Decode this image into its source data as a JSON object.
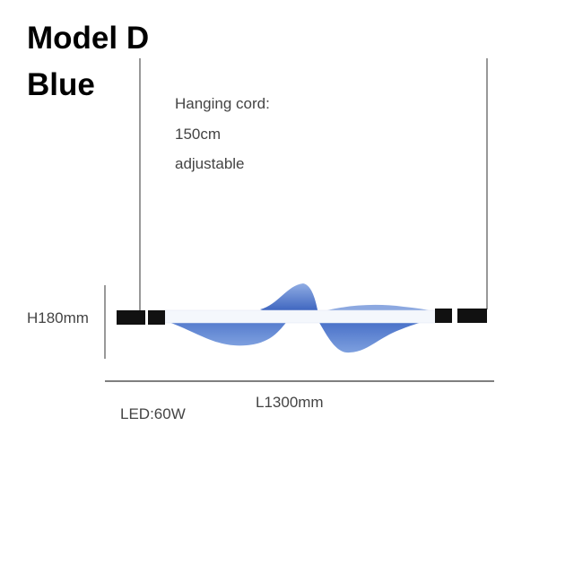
{
  "title": {
    "model": "Model D",
    "color": "Blue"
  },
  "specs": {
    "cord_label": "Hanging cord:",
    "cord_length": "150cm",
    "cord_note": "adjustable",
    "height": "H180mm",
    "length": "L1300mm",
    "power": "LED:60W"
  },
  "colors": {
    "ribbon": "#3a66c4",
    "caps": "#111111",
    "lines": "#555555"
  }
}
